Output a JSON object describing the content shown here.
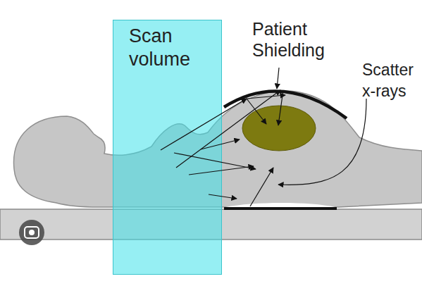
{
  "diagram": {
    "nodes": [
      {
        "text": [
          "Scan volume"
        ]
      }
    ],
    "labels": [
      "Patient Shielding",
      "Scatter x-rays"
    ]
  }
}
